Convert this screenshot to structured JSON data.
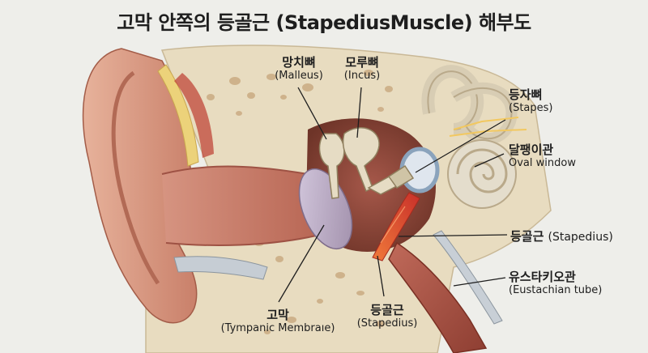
{
  "title": "고막 안쪽의 등골근 (StapediusMuscle) 해부도",
  "labels": {
    "malleus": {
      "ko": "망치뼈",
      "en": "(Malleus)"
    },
    "incus": {
      "ko": "모루뼈",
      "en": "(Incus)"
    },
    "stapes": {
      "ko": "등자뼈",
      "en": "(Stapes)"
    },
    "oval_window": {
      "ko": "달팽이관",
      "en": "Oval window"
    },
    "stapedius_right": {
      "ko": "등골근",
      "en": "(Stapedius)"
    },
    "eustachian": {
      "ko": "유스타키오관",
      "en": "(Eustachian tube)"
    },
    "tympanic": {
      "ko": "고막",
      "en": "(Tympanic Membraıe)"
    },
    "stapedius_bottom": {
      "ko": "등골근",
      "en": "(Stapedius)"
    }
  },
  "colors": {
    "background": "#eeeeea",
    "skin": "#d99a82",
    "canal": "#c97f6a",
    "bone": "#e8dcc0",
    "ossicle": "#e6dcc4",
    "muscle": "#e04a2a",
    "membrane": "#b8a8c0",
    "tube": "#b0584a",
    "fat": "#ecd27a",
    "cochlea": "#e4ddcc"
  }
}
